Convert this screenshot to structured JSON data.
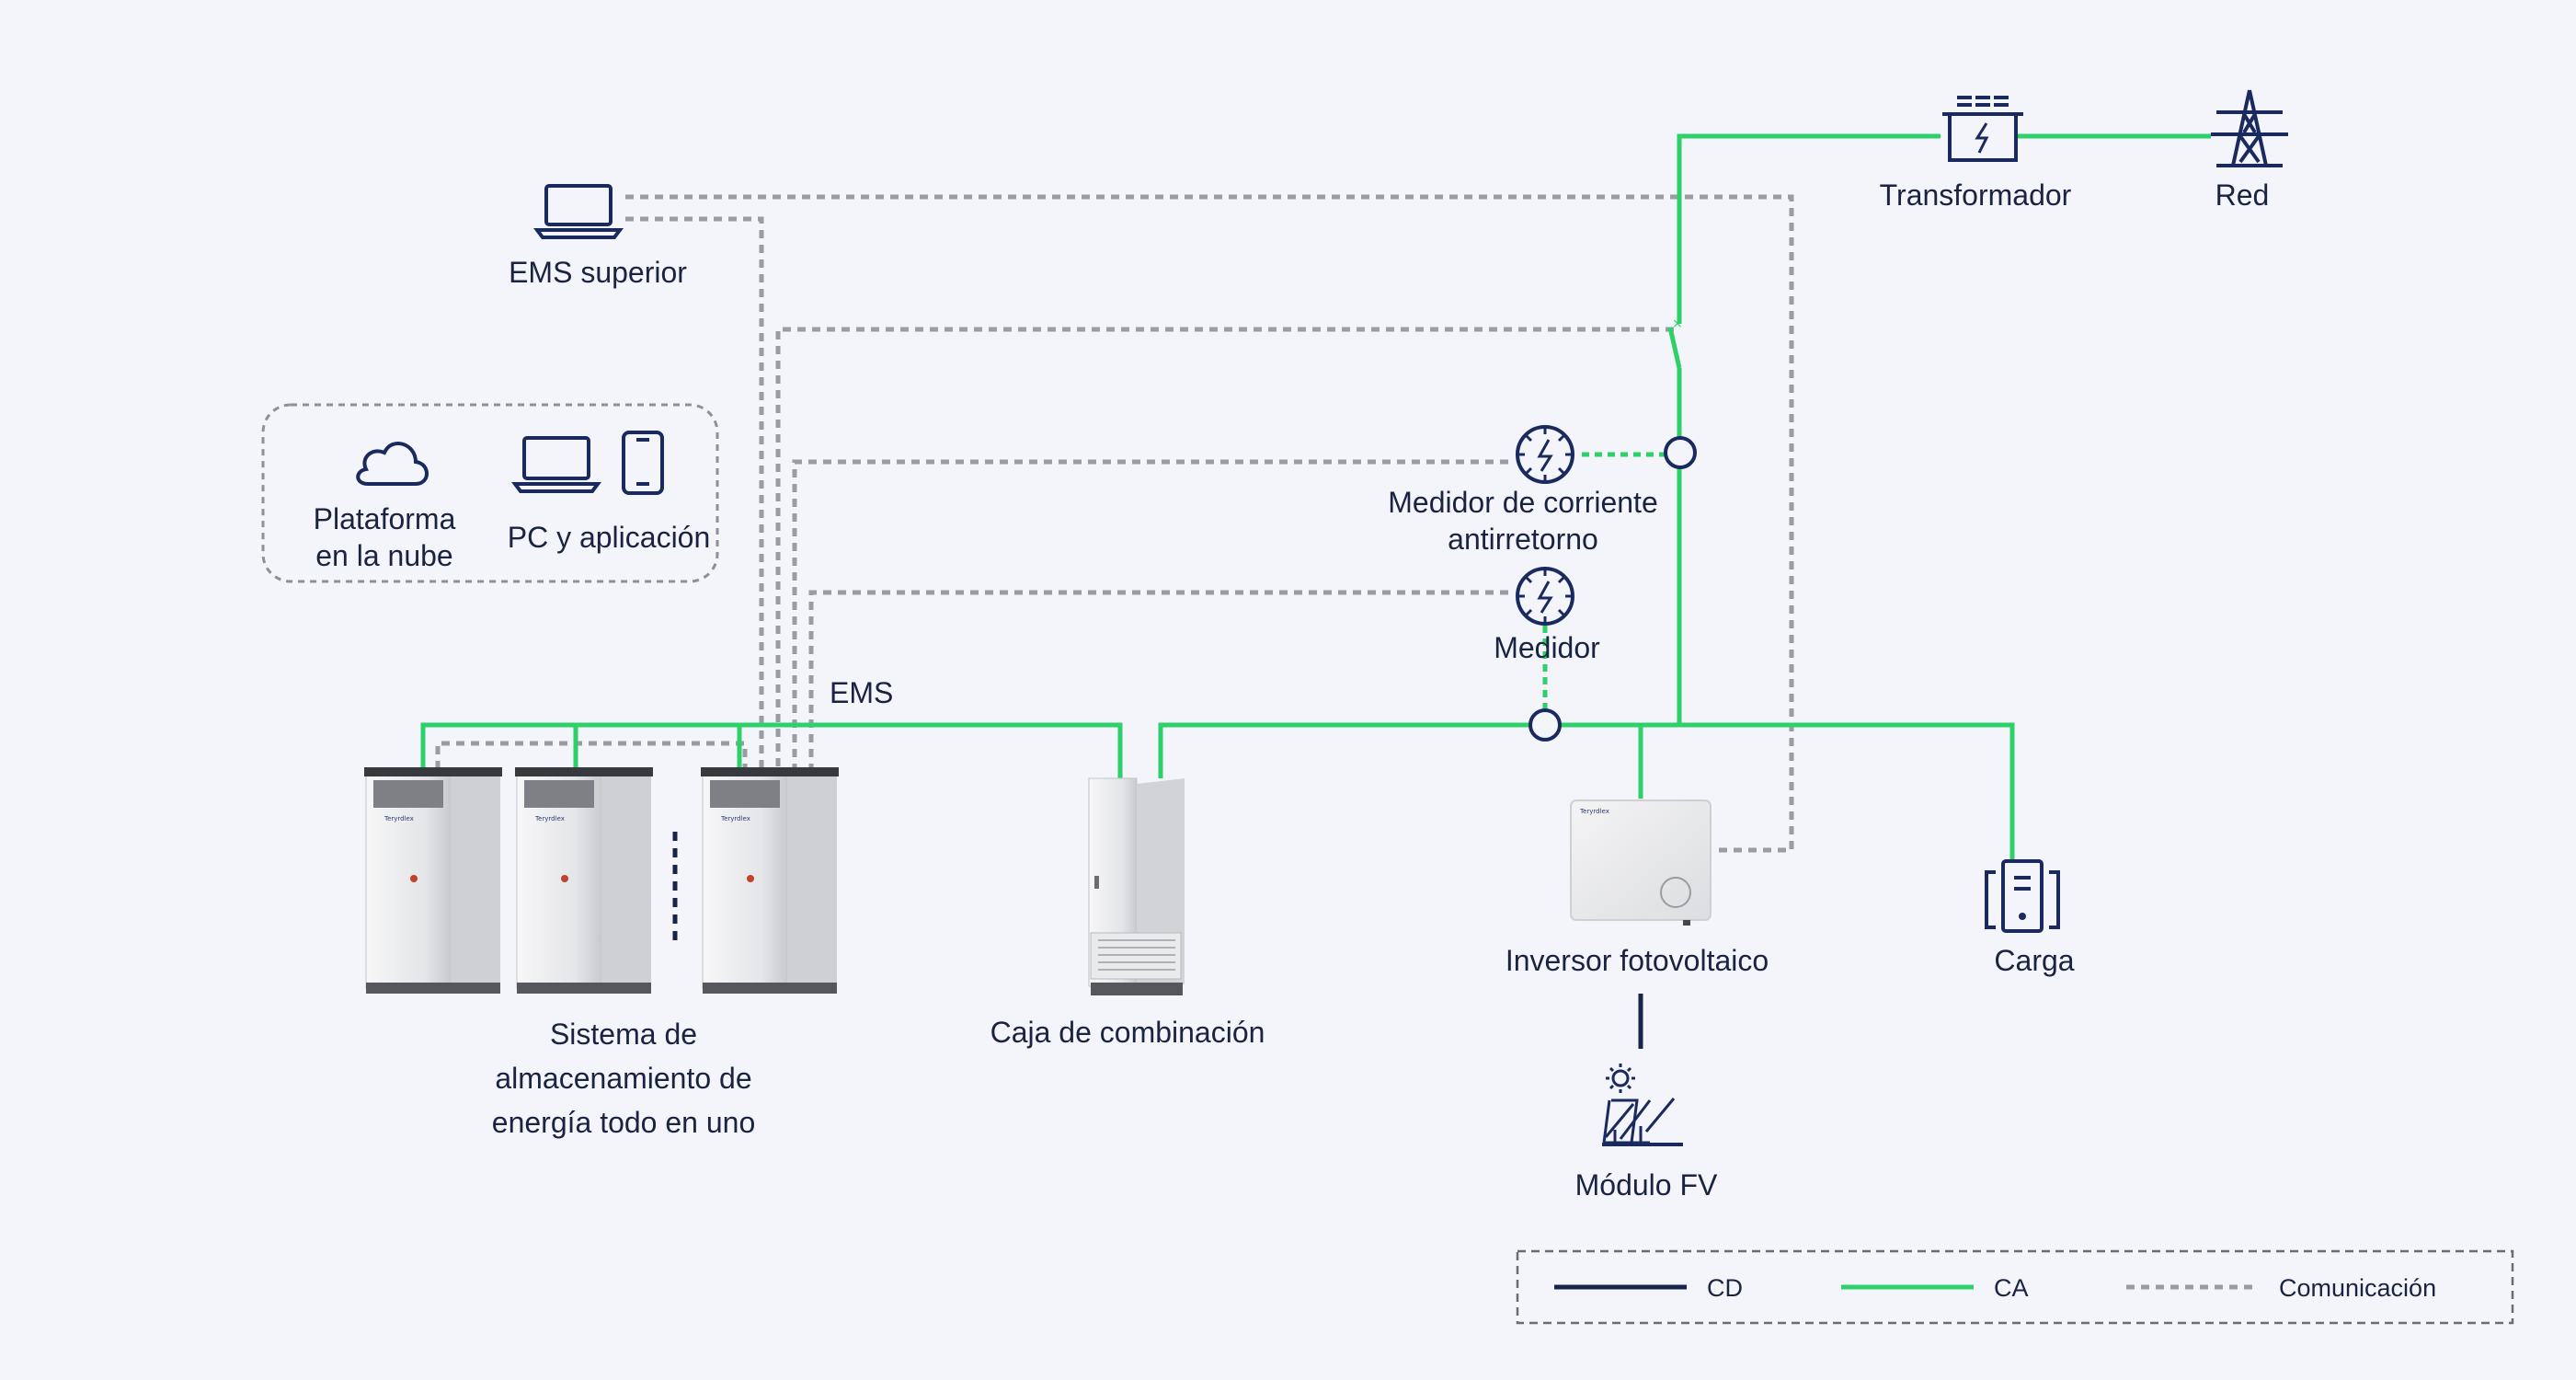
{
  "labels": {
    "ems_superior": "EMS superior",
    "plataforma_line1": "Plataforma",
    "plataforma_line2": "en la nube",
    "pc_app": "PC y aplicación",
    "transformador": "Transformador",
    "red": "Red",
    "medidor_anti_line1": "Medidor de corriente",
    "medidor_anti_line2": "antirretorno",
    "medidor": "Medidor",
    "ems": "EMS",
    "storage_line1": "Sistema de",
    "storage_line2": "almacenamiento de",
    "storage_line3": "energía todo en uno",
    "caja": "Caja de combinación",
    "inversor": "Inversor fotovoltaico",
    "carga": "Carga",
    "modulo": "Módulo FV"
  },
  "legend": {
    "dc": "CD",
    "ac": "CA",
    "comm": "Comunicación"
  },
  "colors": {
    "ac_line": "#2ed06a",
    "dc_line": "#18244a",
    "comm_line": "#9a9ca3",
    "icon": "#1a2a5e",
    "background": "#f3f5fa"
  },
  "icons": {
    "laptop": "laptop-icon",
    "cloud": "cloud-icon",
    "phone": "phone-icon",
    "transformer": "transformer-icon",
    "grid_tower": "transmission-tower-icon",
    "meter": "meter-icon",
    "load": "load-icon",
    "pv": "solar-panel-icon"
  }
}
